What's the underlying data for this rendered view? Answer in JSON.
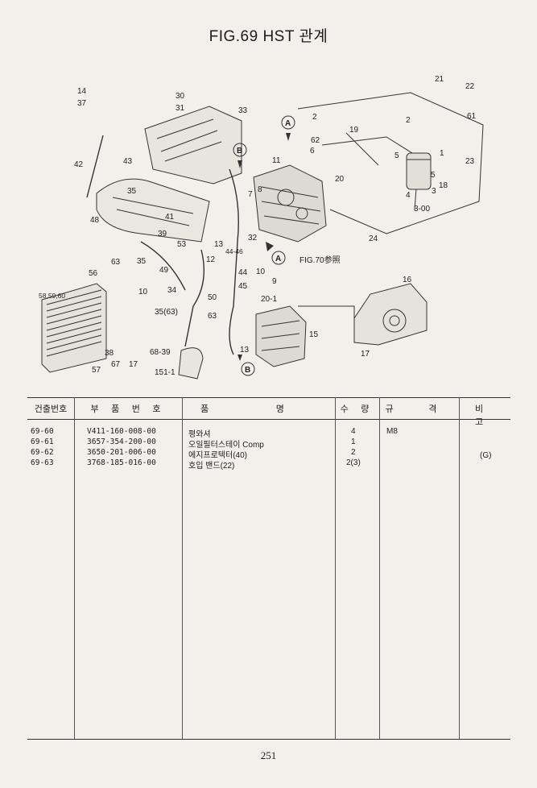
{
  "title": "FIG.69 HST 관계",
  "figure_ref": "FIG.70参照",
  "callouts": {
    "A1": "A",
    "A2": "A",
    "B1": "B",
    "B2": "B"
  },
  "labels": {
    "l14": "14",
    "l37": "37",
    "l30": "30",
    "l31": "31",
    "l33": "33",
    "l42": "42",
    "l43": "43",
    "l35a": "35",
    "l41": "41",
    "l48": "48",
    "l39": "39",
    "l53": "53",
    "l13a": "13",
    "l12": "12",
    "l63a": "63",
    "l35b": "35",
    "l56": "56",
    "l49": "49",
    "l10a": "10",
    "l34": "34",
    "l585950": "58,59,60",
    "l35_63": "35(63)",
    "l38": "38",
    "l57": "57",
    "l67": "67",
    "l17a": "17",
    "l6839": "68-39",
    "l1511": "151-1",
    "l50": "50",
    "l63b": "63",
    "l13b": "13",
    "l2a": "2",
    "l62": "62",
    "l6": "6",
    "l11": "11",
    "l7": "7",
    "l8": "8",
    "l32": "32",
    "l4446a": "44-46",
    "l44": "44",
    "l45": "45",
    "l10b": "10",
    "l9": "9",
    "l201": "20-1",
    "l15": "15",
    "l16": "16",
    "l17b": "17",
    "l19": "19",
    "l20": "20",
    "l5a": "5",
    "l5b": "5",
    "l4": "4",
    "l3": "3",
    "l300": "3-00",
    "l18": "18",
    "l23": "23",
    "l24": "24",
    "l2b": "2",
    "l21": "21",
    "l22": "22",
    "l61": "61",
    "l1": "1"
  },
  "table": {
    "headers": {
      "no": "건출번호",
      "part_no": "부 품 번 호",
      "name": "품 명",
      "qty": "수 량",
      "spec": "규 격",
      "note": "비 고"
    },
    "rows": [
      {
        "no": "69-60",
        "part_no": "V411-160-008-00",
        "name": "평와셔",
        "qty": "4",
        "spec": "M8",
        "note": ""
      },
      {
        "no": "69-61",
        "part_no": "3657-354-200-00",
        "name": "오일필터스테이 Comp",
        "qty": "1",
        "spec": "",
        "note": ""
      },
      {
        "no": "69-62",
        "part_no": "3650-201-006-00",
        "name": "에지프로텍터(40)",
        "qty": "2",
        "spec": "",
        "note": "(G)"
      },
      {
        "no": "69-63",
        "part_no": "3768-185-016-00",
        "name": "호입 밴드(22)",
        "qty": "2(3)",
        "spec": "",
        "note": ""
      }
    ]
  },
  "page_number": "251"
}
